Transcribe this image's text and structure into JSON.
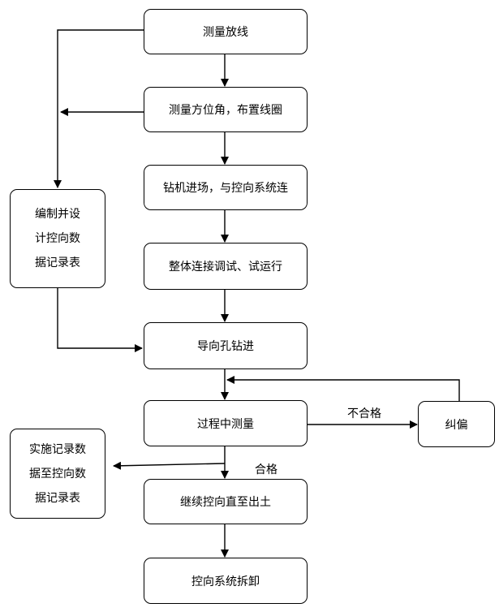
{
  "main_steps": [
    "测量放线",
    "测量方位角，布置线圈",
    "钻机进场，与控向系统连",
    "整体连接调试、试运行",
    "导向孔钻进",
    "过程中测量",
    "继续控向直至出土",
    "控向系统拆卸"
  ],
  "side_boxes": {
    "design_table": [
      "编制并设",
      "计控向数",
      "据记录表"
    ],
    "record_table": [
      "实施记录数",
      "据至控向数",
      "据记录表"
    ],
    "correction": "纠偏"
  },
  "edge_labels": {
    "fail": "不合格",
    "pass": "合格"
  }
}
